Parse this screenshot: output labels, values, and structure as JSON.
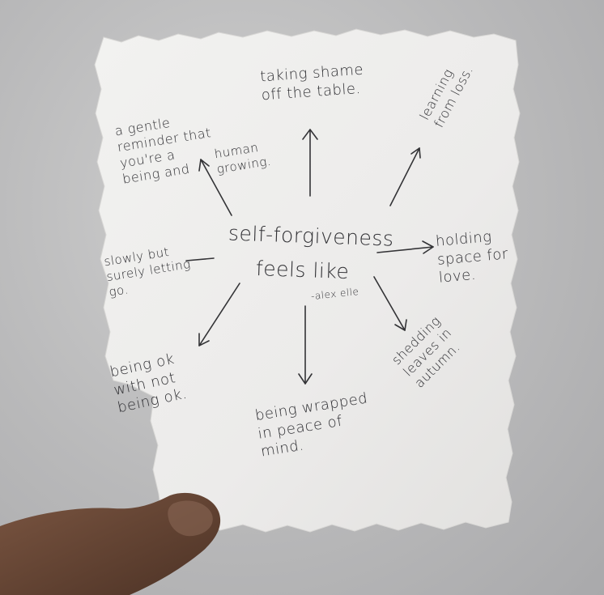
{
  "note": {
    "center_line1": "self-forgiveness",
    "center_line2": "feels like",
    "attribution": "-alex elle",
    "top": "taking shame\noff the table.",
    "top_right": "learning\nfrom loss.",
    "top_left": "a gentle\nreminder that\nyou're a\nbeing and",
    "top_left_insert": "human\ngrowing.",
    "left": "slowly but\nsurely letting\ngo.",
    "right": "holding\nspace for\nlove.",
    "bottom_left": "being ok\nwith not\nbeing ok.",
    "bottom": "being wrapped\nin peace of\nmind.",
    "bottom_right": "shedding\nleaves in\nautumn."
  },
  "colors": {
    "background": "#b9b9ba",
    "paper": "#eeeeec",
    "ink": "#2f2f33",
    "skin": "#6b4a37"
  }
}
